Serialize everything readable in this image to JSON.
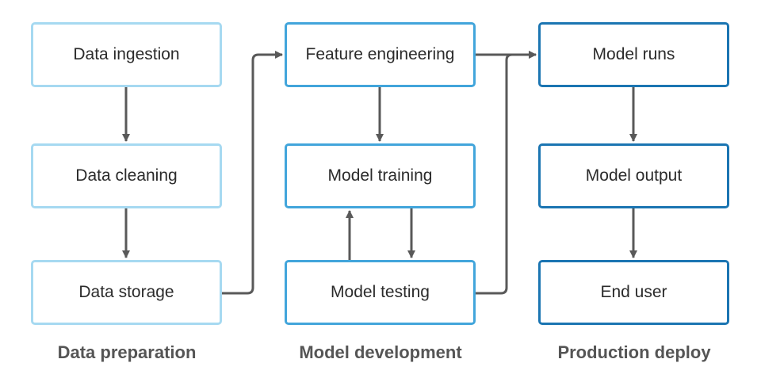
{
  "nodes": {
    "ingestion": "Data ingestion",
    "cleaning": "Data cleaning",
    "storage": "Data storage",
    "feature_engineering": "Feature engineering",
    "training": "Model training",
    "testing": "Model testing",
    "runs": "Model runs",
    "output": "Model output",
    "end_user": "End user"
  },
  "sections": {
    "preparation": "Data preparation",
    "development": "Model development",
    "deploy": "Production deploy"
  },
  "colors": {
    "preparation_border": "#a6d9f1",
    "development_border": "#42a5db",
    "deploy_border": "#1b75b2",
    "connector": "#595959",
    "section_label": "#555555"
  },
  "edges": [
    {
      "from": "Data ingestion",
      "to": "Data cleaning"
    },
    {
      "from": "Data cleaning",
      "to": "Data storage"
    },
    {
      "from": "Data storage",
      "to": "Feature engineering"
    },
    {
      "from": "Feature engineering",
      "to": "Model training"
    },
    {
      "from": "Model training",
      "to": "Model testing"
    },
    {
      "from": "Model testing",
      "to": "Model training"
    },
    {
      "from": "Model testing",
      "to": "Model runs"
    },
    {
      "from": "Feature engineering",
      "to": "Model runs"
    },
    {
      "from": "Model runs",
      "to": "Model output"
    },
    {
      "from": "Model output",
      "to": "End user"
    }
  ]
}
